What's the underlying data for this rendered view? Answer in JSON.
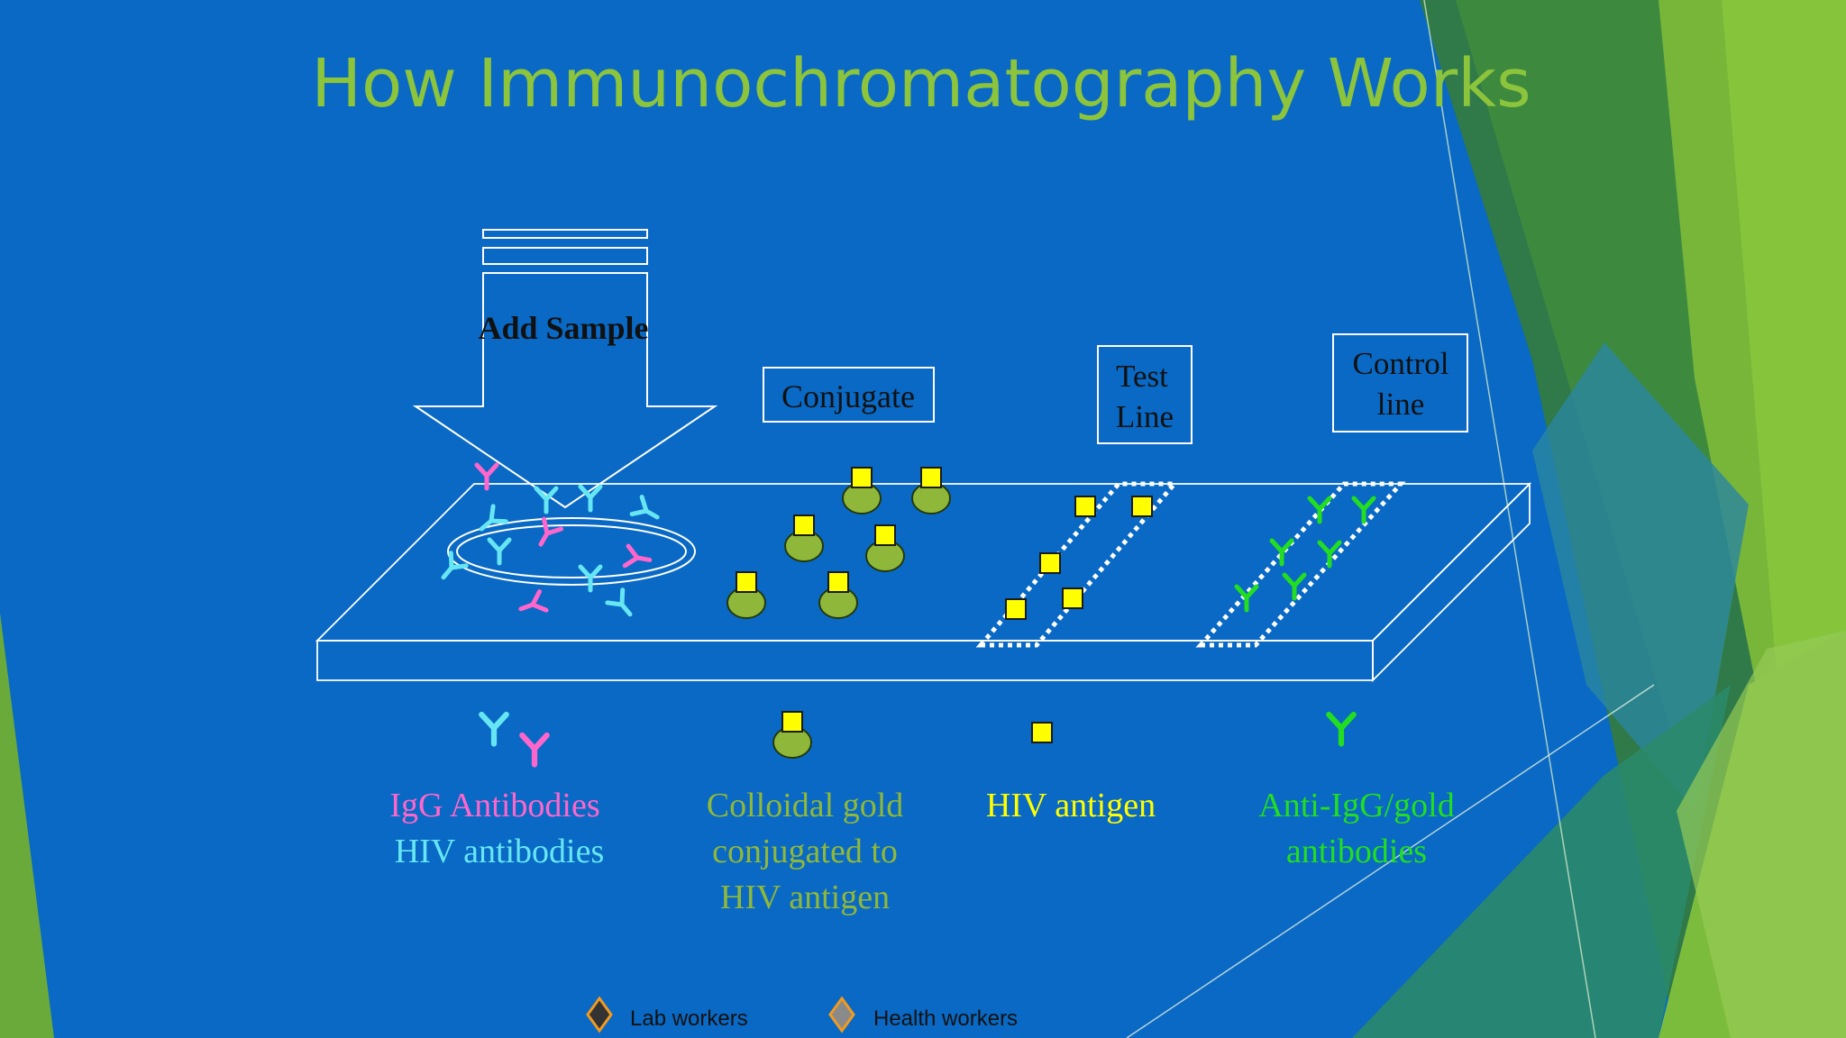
{
  "title": "How Immunochromatography Works",
  "labels": {
    "add_sample": "Add Sample",
    "conjugate": "Conjugate",
    "test_line_1": "Test",
    "test_line_2": "Line",
    "control_line_1": "Control",
    "control_line_2": "line"
  },
  "legend": {
    "igg_antibodies": "IgG Antibodies",
    "hiv_antibodies": "HIV antibodies",
    "gold_1": "Colloidal gold",
    "gold_2": "conjugated to",
    "gold_3": "HIV antigen",
    "hiv_antigen": "HIV antigen",
    "anti_igg_1": "Anti-IgG/gold",
    "anti_igg_2": "antibodies"
  },
  "footer": {
    "lab_workers": "Lab workers",
    "health_workers": "Health workers"
  },
  "colors": {
    "background": "#0969c4",
    "title": "#8cc43c",
    "igg": "#ff66cc",
    "hiv_antibody": "#66e6f2",
    "gold": "#8fb83a",
    "antigen": "#ffff00",
    "anti_igg": "#22dd22"
  },
  "icons": {
    "lab_workers": "diamond-dark-icon",
    "health_workers": "diamond-grey-icon"
  }
}
